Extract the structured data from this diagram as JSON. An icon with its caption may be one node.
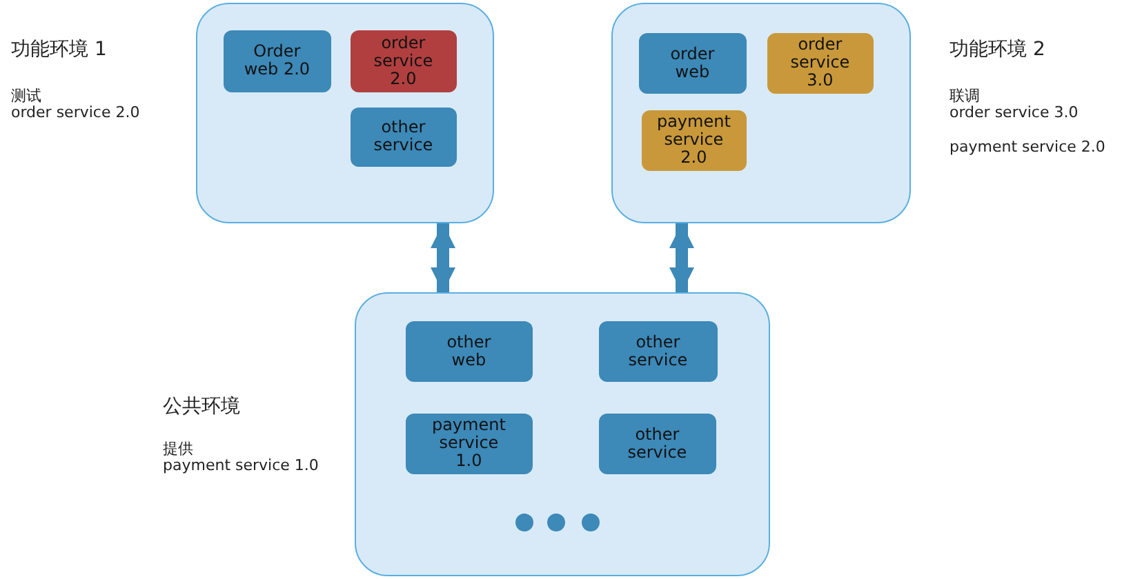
{
  "diagram": {
    "nodes": [
      {
        "text": [
          "功能环境 1"
        ],
        "beside": [
          "测试",
          "order service 2.0"
        ]
      },
      {
        "text": [
          "Order web 2.0"
        ],
        "in": 0
      },
      {
        "text": [
          "order service 2.0"
        ],
        "in": 0
      },
      {
        "text": [
          "other service"
        ],
        "in": 0
      },
      {
        "text": [
          "功能环境 2"
        ],
        "beside": [
          "联调",
          "order service 3.0",
          "payment service 2.0"
        ]
      },
      {
        "text": [
          "order web"
        ],
        "in": 4
      },
      {
        "text": [
          "order service 3.0"
        ],
        "in": 4
      },
      {
        "text": [
          "payment service 2.0"
        ],
        "in": 4
      },
      {
        "text": [],
        "shape": "box",
        "beside": [
          "公共环境",
          "提供",
          "payment service 1.0"
        ]
      },
      {
        "text": [
          "other web"
        ],
        "in": 8
      },
      {
        "text": [
          "other service"
        ],
        "in": 8
      },
      {
        "text": [
          "payment service 1.0"
        ],
        "in": 8
      },
      {
        "text": [
          "other service"
        ],
        "in": 8
      }
    ],
    "edges": [
      {
        "from": 0,
        "to": 8,
        "arrow": "both"
      },
      {
        "from": 4,
        "to": 8,
        "arrow": "both"
      }
    ]
  }
}
